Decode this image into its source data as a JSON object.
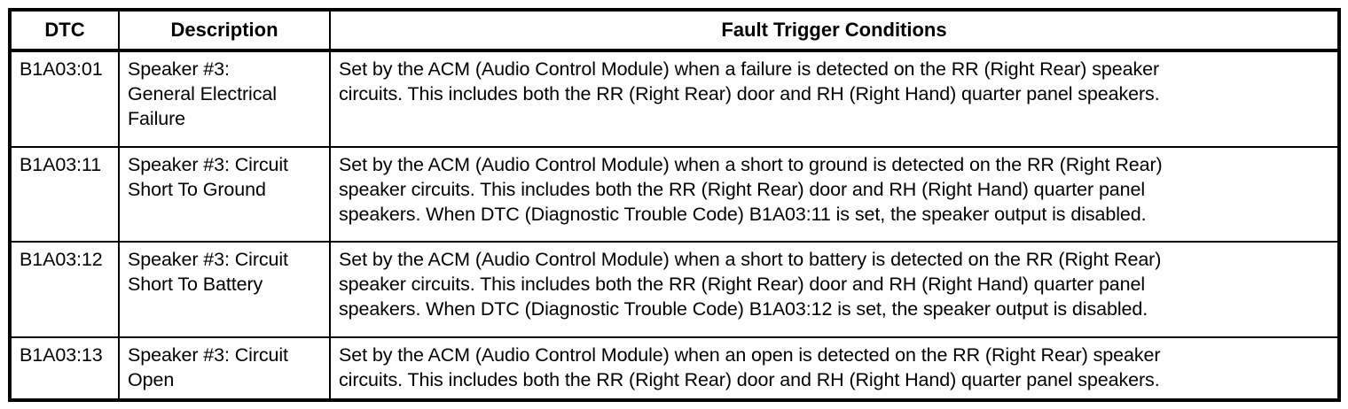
{
  "table": {
    "columns": [
      "DTC",
      "Description",
      "Fault Trigger Conditions"
    ],
    "rows": [
      {
        "dtc": "B1A03:01",
        "description": "Speaker #3:\nGeneral Electrical\nFailure",
        "conditions": "Set by the ACM (Audio Control Module) when a failure is detected on the RR (Right Rear) speaker\ncircuits. This includes both the RR (Right Rear) door and RH (Right Hand) quarter panel speakers."
      },
      {
        "dtc": "B1A03:11",
        "description": "Speaker #3: Circuit\nShort To Ground",
        "conditions": "Set by the ACM (Audio Control Module) when a short to ground is detected on the RR (Right Rear)\nspeaker circuits. This includes both the RR (Right Rear) door and RH (Right Hand) quarter panel\nspeakers. When DTC (Diagnostic Trouble Code) B1A03:11 is set, the speaker output is disabled."
      },
      {
        "dtc": "B1A03:12",
        "description": "Speaker #3: Circuit\nShort To Battery",
        "conditions": "Set by the ACM (Audio Control Module) when a short to battery is detected on the RR (Right Rear)\nspeaker circuits. This includes both the RR (Right Rear) door and RH (Right Hand) quarter panel\nspeakers. When DTC (Diagnostic Trouble Code) B1A03:12 is set, the speaker output is disabled."
      },
      {
        "dtc": "B1A03:13",
        "description": "Speaker #3: Circuit\nOpen",
        "conditions": "Set by the ACM (Audio Control Module) when an open is detected on the RR (Right Rear) speaker\ncircuits. This includes both the RR (Right Rear) door and RH (Right Hand) quarter panel speakers."
      }
    ]
  }
}
